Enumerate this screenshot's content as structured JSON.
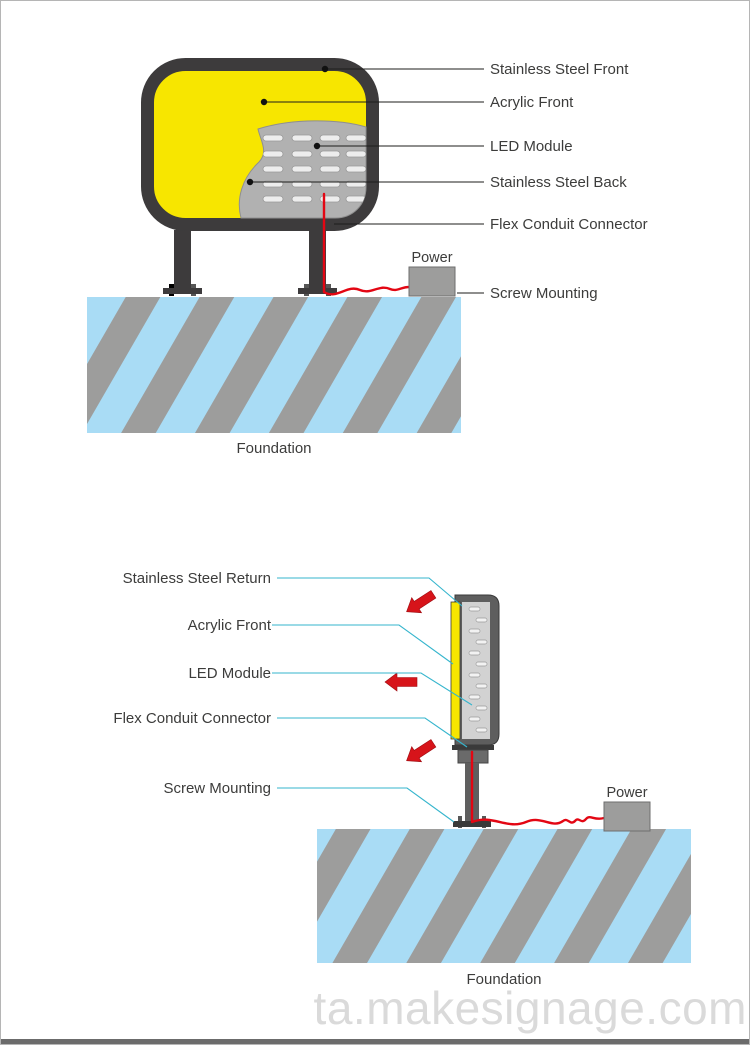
{
  "watermark": {
    "text": "ta.makesignage.com",
    "color": "#DADADA"
  },
  "colors": {
    "sign_yellow": "#F7E600",
    "frame_dark": "#3D3B3C",
    "steel_gray": "#9D9D9C",
    "panel_gray": "#B1B1B1",
    "foundation_blue": "#A9DCF5",
    "foundation_stripe": "#9D9D9C",
    "wire_red": "#E30613",
    "arrow_red": "#D7141A",
    "leader_black": "#1D1D1B",
    "leader_teal": "#35B5CD",
    "label_text": "#3C3C3B"
  },
  "front_view": {
    "labels": {
      "stainless_steel_front": "Stainless Steel Front",
      "acrylic_front": "Acrylic Front",
      "led_module": "LED Module",
      "stainless_steel_back": "Stainless Steel Back",
      "flex_conduit_connector": "Flex Conduit Connector",
      "screw_mounting": "Screw Mounting"
    },
    "power": "Power",
    "foundation": "Foundation"
  },
  "side_view": {
    "labels": {
      "stainless_steel_return": "Stainless Steel Return",
      "acrylic_front": "Acrylic Front",
      "led_module": "LED Module",
      "flex_conduit_connector": "Flex Conduit Connector",
      "screw_mounting": "Screw Mounting"
    },
    "power": "Power",
    "foundation": "Foundation"
  }
}
